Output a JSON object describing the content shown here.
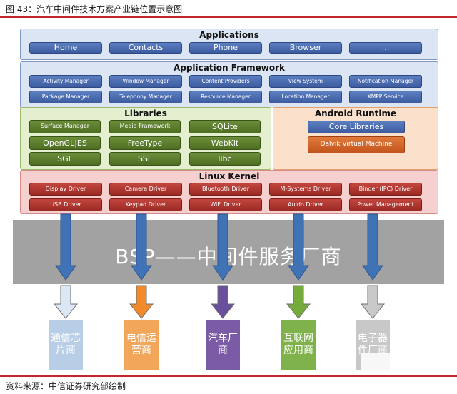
{
  "figure": {
    "title": "图 43：汽车中间件技术方案产业链位置示意图",
    "source": "资料来源：中信证券研究部绘制"
  },
  "applications": {
    "title": "Applications",
    "items": [
      "Home",
      "Contacts",
      "Phone",
      "Browser",
      "..."
    ]
  },
  "framework": {
    "title": "Application Framework",
    "row1": [
      "Activity Manager",
      "Window Manager",
      "Content Providers",
      "View System",
      "Notification Manager"
    ],
    "row2": [
      "Package Manager",
      "Telephony Manager",
      "Resource Manager",
      "Location Manager",
      "XMPP Service"
    ]
  },
  "libraries": {
    "title": "Libraries",
    "items": [
      "Surface Manager",
      "Media Framework",
      "SQLite",
      "OpenGL|ES",
      "FreeType",
      "WebKit",
      "SGL",
      "SSL",
      "libc"
    ]
  },
  "runtime": {
    "title": "Android Runtime",
    "core": "Core Libraries",
    "vm": "Dalvik Virtual Machine"
  },
  "kernel": {
    "title": "Linux Kernel",
    "row1": [
      "Display Driver",
      "Camera Driver",
      "Bluetooth Driver",
      "M-Systems Driver",
      "Binder (IPC) Driver"
    ],
    "row2": [
      "USB Driver",
      "Keypad Driver",
      "WiFi Driver",
      "Auido Driver",
      "Power Management"
    ]
  },
  "bsp": {
    "label": "BSP——中间件服务厂商"
  },
  "companies": [
    {
      "label": "通信芯片商",
      "color": "#b8cde6"
    },
    {
      "label": "电信运营商",
      "color": "#f2a65a"
    },
    {
      "label": "汽车厂商",
      "color": "#7b5aa6"
    },
    {
      "label": "互联网应用商",
      "color": "#7fb24a"
    },
    {
      "label": "电子器件厂商",
      "color": "#c8c8c8"
    }
  ],
  "arrow_colors": {
    "shaft": "#3f73b5",
    "heads": [
      "#dbe7f4",
      "#f08a2a",
      "#6a4f9c",
      "#76ab3c",
      "#c9c9c9"
    ]
  }
}
